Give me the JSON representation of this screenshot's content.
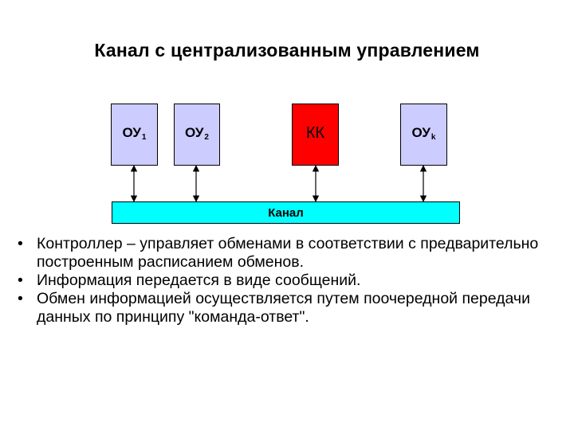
{
  "title": "Канал с централизованным управлением",
  "blocks": [
    {
      "name": "ОУ",
      "sub": "1"
    },
    {
      "name": "ОУ",
      "sub": "2"
    },
    {
      "name": "КК",
      "sub": ""
    },
    {
      "name": "ОУ",
      "sub": "k"
    }
  ],
  "bus_label": "Канал",
  "colors": {
    "device_fill": "#ccccff",
    "controller_fill": "#ff0000",
    "bus_fill": "#00ffff"
  },
  "bullets": [
    "Контроллер – управляет обменами в соответствии с предварительно построенным расписанием обменов.",
    "Информация передается в виде сообщений.",
    "Обмен информацией осуществляется путем поочередной передачи данных по принципу \"команда-ответ\"."
  ]
}
